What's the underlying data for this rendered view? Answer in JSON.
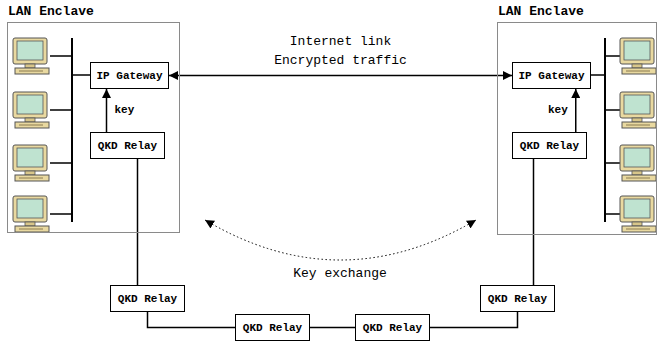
{
  "diagram": {
    "nodes": [
      {
        "text": [
          "LAN Enclave"
        ]
      },
      {
        "text": [
          "IP Gateway"
        ],
        "in": 0
      },
      {
        "text": [
          "QKD Relay"
        ],
        "in": 0
      },
      {
        "text": [
          "LAN Enclave"
        ]
      },
      {
        "text": [
          "IP Gateway"
        ],
        "in": 3
      },
      {
        "text": [
          "QKD Relay"
        ],
        "in": 3
      },
      {
        "text": [
          "QKD Relay"
        ]
      },
      {
        "text": [
          "QKD Relay"
        ]
      },
      {
        "text": [
          "QKD Relay"
        ]
      },
      {
        "text": [
          "QKD Relay"
        ]
      }
    ],
    "edges": [
      {
        "from": 1,
        "to": 4,
        "arrow": "both",
        "label": "Internet link Encrypted traffic"
      },
      {
        "from": 2,
        "to": 1,
        "arrow": "to",
        "label": "key"
      },
      {
        "from": 5,
        "to": 4,
        "arrow": "to",
        "label": "key"
      },
      {
        "from": 2,
        "to": 6,
        "arrow": "none"
      },
      {
        "from": 6,
        "to": 7,
        "arrow": "none"
      },
      {
        "from": 7,
        "to": 8,
        "arrow": "none"
      },
      {
        "from": 8,
        "to": 9,
        "arrow": "none"
      },
      {
        "from": 9,
        "to": 5,
        "arrow": "none"
      }
    ],
    "labels": [
      "Key exchange"
    ]
  }
}
